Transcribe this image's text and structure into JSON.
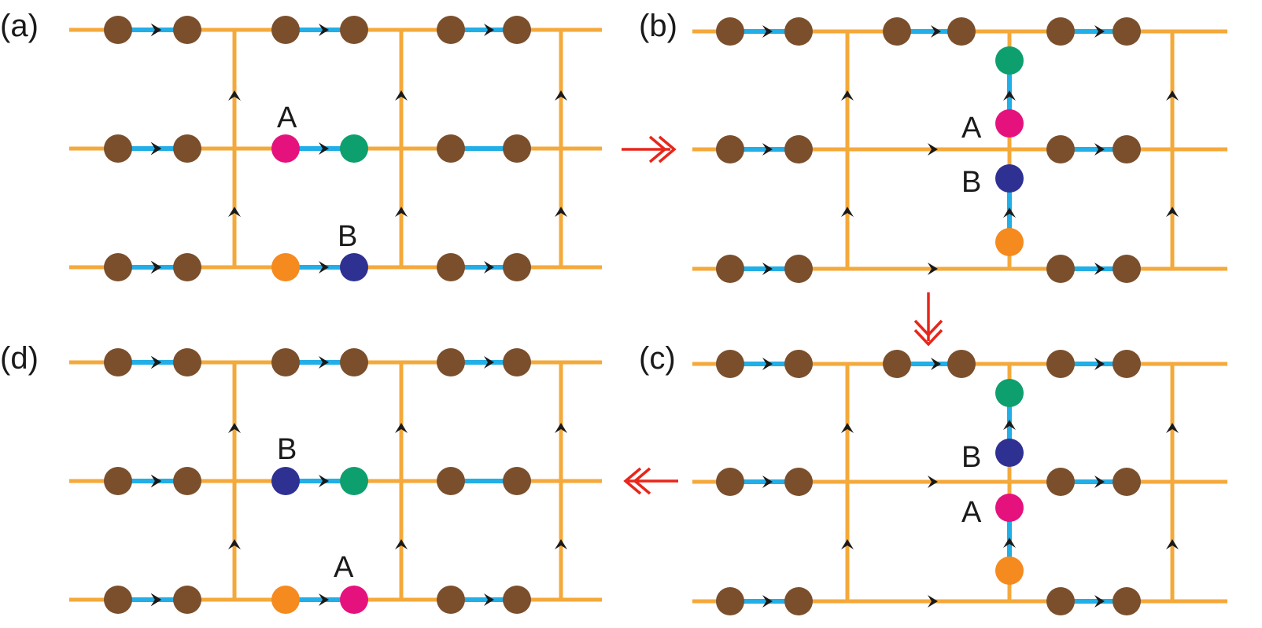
{
  "colors": {
    "lattice": "#F4A93B",
    "bond": "#22AEE6",
    "arrow": "#1a1a1a",
    "transition": "#E8261B",
    "site": "#7B4F2C",
    "a_site": "#E5127E",
    "b_site": "#2E3192",
    "green_site": "#0E9F6E",
    "orange_site": "#F58A1F",
    "text": "#1a1a1a"
  },
  "panels": [
    {
      "id": "a",
      "label": "(a)",
      "site_labels": [
        "A",
        "B"
      ]
    },
    {
      "id": "b",
      "label": "(b)",
      "site_labels": [
        "A",
        "B"
      ]
    },
    {
      "id": "c",
      "label": "(c)",
      "site_labels": [
        "B",
        "A"
      ]
    },
    {
      "id": "d",
      "label": "(d)",
      "site_labels": [
        "B",
        "A"
      ]
    }
  ],
  "transitions": [
    {
      "from": "a",
      "to": "b",
      "direction": "right"
    },
    {
      "from": "b",
      "to": "c",
      "direction": "down"
    },
    {
      "from": "c",
      "to": "d",
      "direction": "left"
    }
  ],
  "icons": {
    "lattice_arrow": "arrowhead-icon",
    "transition_arrow": "double-chevron-icon"
  }
}
